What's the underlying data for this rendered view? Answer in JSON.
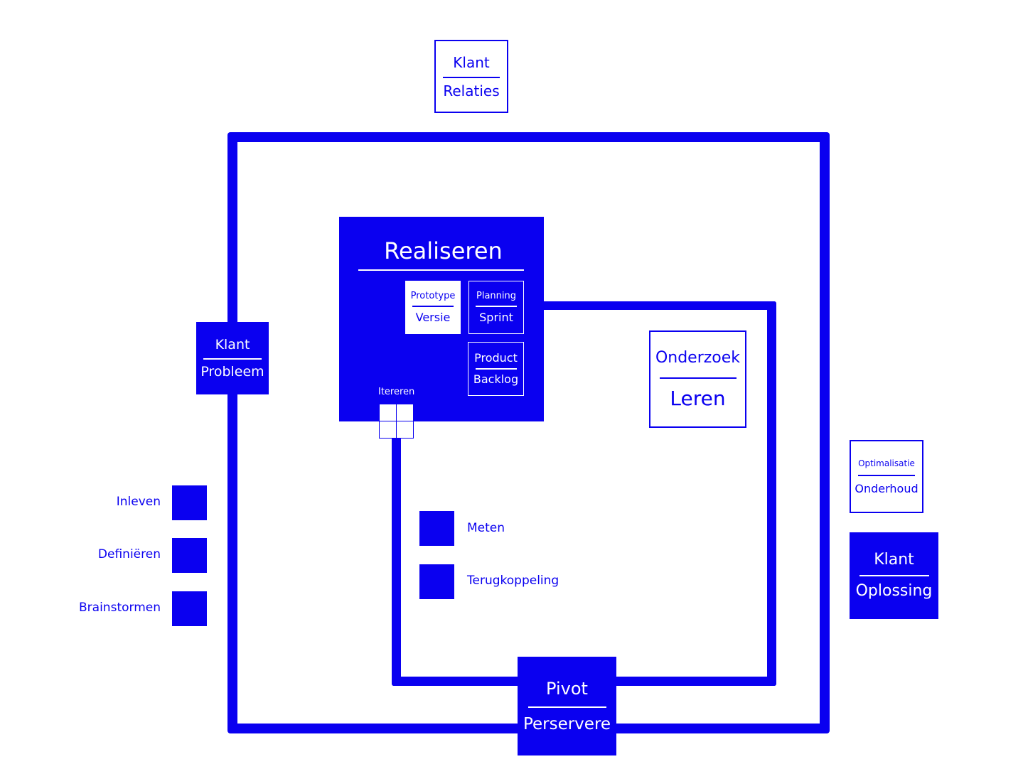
{
  "klant_relaties": {
    "top": "Klant",
    "bottom": "Relaties"
  },
  "klant_probleem": {
    "top": "Klant",
    "bottom": "Probleem"
  },
  "realiseren": {
    "title": "Realiseren",
    "prototype_versie": {
      "top": "Prototype",
      "bottom": "Versie"
    },
    "planning_sprint": {
      "top": "Planning",
      "bottom": "Sprint"
    },
    "product_backlog": {
      "top": "Product",
      "bottom": "Backlog"
    }
  },
  "itereren": {
    "label": "Itereren"
  },
  "onderzoek_leren": {
    "top": "Onderzoek",
    "bottom": "Leren"
  },
  "optimalisatie_onderhoud": {
    "top": "Optimalisatie",
    "bottom": "Onderhoud"
  },
  "klant_oplossing": {
    "top": "Klant",
    "bottom": "Oplossing"
  },
  "pivot_perservere": {
    "top": "Pivot",
    "bottom": "Perservere"
  },
  "left_steps": [
    "Inleven",
    "Definiëren",
    "Brainstormen"
  ],
  "inner_steps": [
    "Meten",
    "Terugkoppeling"
  ],
  "colors": {
    "accent": "#0a00f0",
    "background": "#ffffff"
  }
}
